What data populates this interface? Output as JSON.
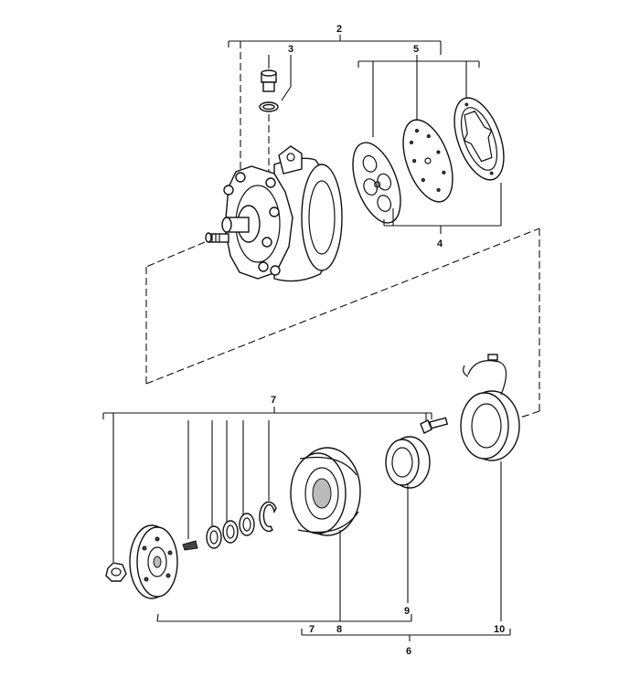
{
  "callouts": {
    "c2": "2",
    "c3": "3",
    "c5": "5",
    "c4": "4",
    "c7a": "7",
    "c7b": "7",
    "c8": "8",
    "c9": "9",
    "c10": "10",
    "c6": "6"
  }
}
